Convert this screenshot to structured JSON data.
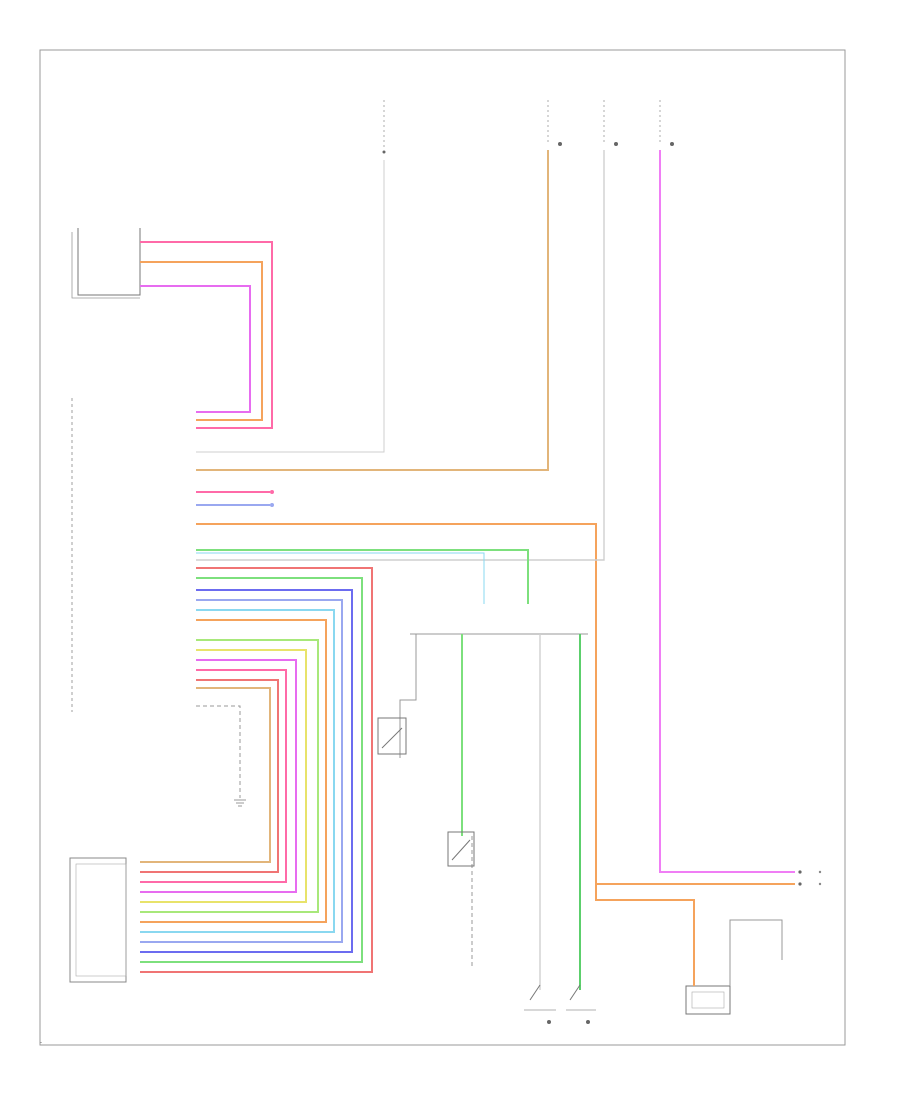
{
  "colors": {
    "pink": "#ff6aa8",
    "orange": "#f5a35c",
    "violet": "#e76cf0",
    "magenta": "#f07ef5",
    "tan": "#e2b57a",
    "gray": "#cfcfcf",
    "yellow": "#e8e36a",
    "lightgreen": "#7de07d",
    "green": "#5ccf6c",
    "cyan": "#8ad8f0",
    "blue": "#6c6cf0",
    "red": "#f07474",
    "lightblue": "#9aa8f0"
  },
  "labels": {
    "corner": "-",
    "fuse_sources": [
      {
        "name": "fuse-source-1",
        "text": ""
      },
      {
        "name": "fuse-source-2",
        "text": ""
      },
      {
        "name": "fuse-source-3",
        "text": ""
      },
      {
        "name": "fuse-source-4",
        "text": ""
      }
    ]
  }
}
